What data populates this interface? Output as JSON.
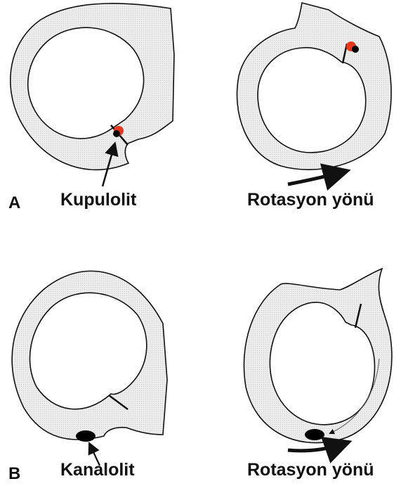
{
  "figure": {
    "panels": [
      {
        "letter": "A",
        "left_label": "Kupulolit",
        "right_label": "Rotasyon yönü"
      },
      {
        "letter": "B",
        "left_label": "Kanalolit",
        "right_label": "Rotasyon yönü"
      }
    ],
    "colors": {
      "canal_fill": "#ededed",
      "outline": "#111111",
      "otolith_red": "#e8371f",
      "otolith_black": "#000000"
    }
  }
}
